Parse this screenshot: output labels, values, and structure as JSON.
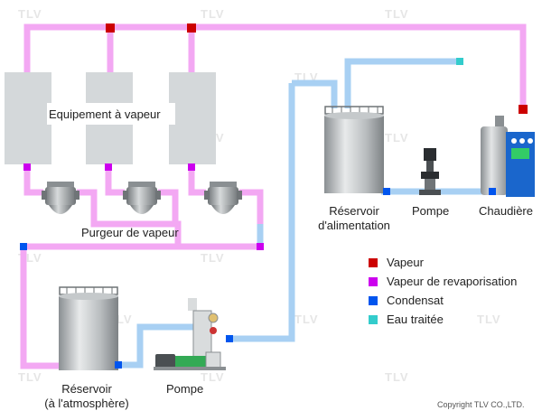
{
  "labels": {
    "steam_equipment": "Equipement à vapeur",
    "steam_trap": "Purgeur de vapeur",
    "feed_tank_line1": "Réservoir",
    "feed_tank_line2": "d'alimentation",
    "pump_top": "Pompe",
    "boiler": "Chaudière",
    "atm_tank_line1": "Réservoir",
    "atm_tank_line2": "(à l'atmosphère)",
    "pump_bottom": "Pompe"
  },
  "legend": [
    {
      "label": "Vapeur",
      "color": "#cc0000"
    },
    {
      "label": "Vapeur de revaporisation",
      "color": "#cc00ee"
    },
    {
      "label": "Condensat",
      "color": "#0055ee"
    },
    {
      "label": "Eau traitée",
      "color": "#33cccc"
    }
  ],
  "colors": {
    "steam_pipe": "#f3a8f3",
    "condensate_pipe": "#a8d0f3",
    "equipment": "#d4d8da",
    "boiler": "#1a66cc"
  },
  "watermark": "TLV",
  "copyright": "Copyright TLV CO.,LTD."
}
